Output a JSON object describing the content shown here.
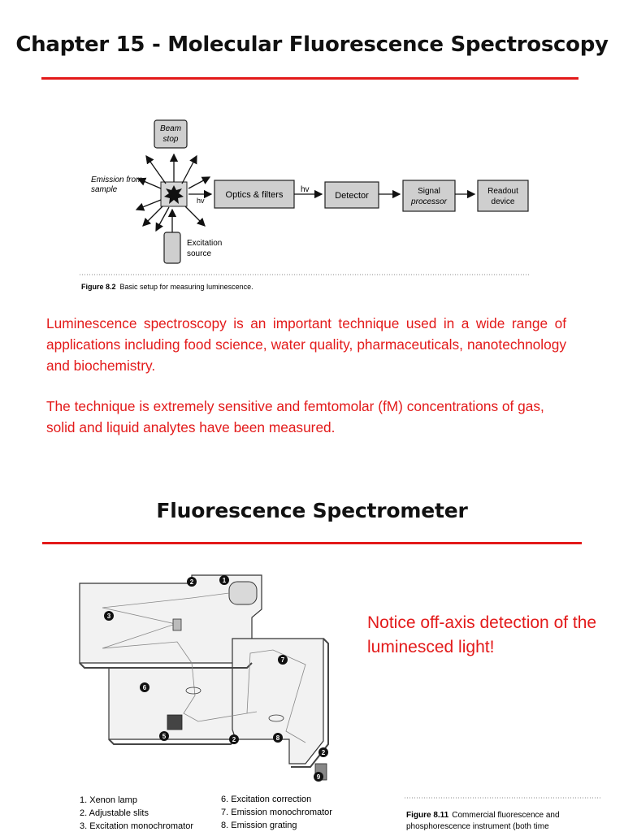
{
  "slide1": {
    "title": "Chapter 15 - Molecular Fluorescence Spectroscopy",
    "figure": {
      "labels": {
        "beam_stop_1": "Beam",
        "beam_stop_2": "stop",
        "emission_1": "Emission from",
        "emission_2": "sample",
        "hv_small": "hv",
        "optics": "Optics & filters",
        "hv": "hv",
        "detector": "Detector",
        "signal_1": "Signal",
        "signal_2": "processor",
        "readout_1": "Readout",
        "readout_2": "device",
        "excitation_1": "Excitation",
        "excitation_2": "source"
      },
      "caption_label": "Figure 8.2",
      "caption_text": "Basic setup for measuring luminescence."
    },
    "paragraph1": "Luminescence spectroscopy is an important technique used in a wide range of applications including food science, water quality, pharmaceuticals, nanotechnology and biochemistry.",
    "paragraph2": "The technique is extremely sensitive and femtomolar (fM) concentrations of gas, solid and liquid analytes have been measured."
  },
  "slide2": {
    "title": "Fluorescence Spectrometer",
    "note": "Notice off-axis detection of the luminesced light!",
    "figure": {
      "callouts": [
        "1",
        "2",
        "3",
        "6",
        "5",
        "2",
        "7",
        "8",
        "2",
        "9"
      ],
      "legend_left": [
        "1. Xenon lamp",
        "2. Adjustable slits",
        "3. Excitation monochromator"
      ],
      "legend_right": [
        "6. Excitation correction",
        "7. Emission monochromator",
        "8. Emission grating"
      ],
      "caption_label": "Figure 8.11",
      "caption_line1": "Commercial fluorescence and",
      "caption_line2": "phosphorescence instrument (both time"
    }
  },
  "colors": {
    "accent_red": "#e31a1a",
    "box_gray": "#cfcfcf"
  }
}
